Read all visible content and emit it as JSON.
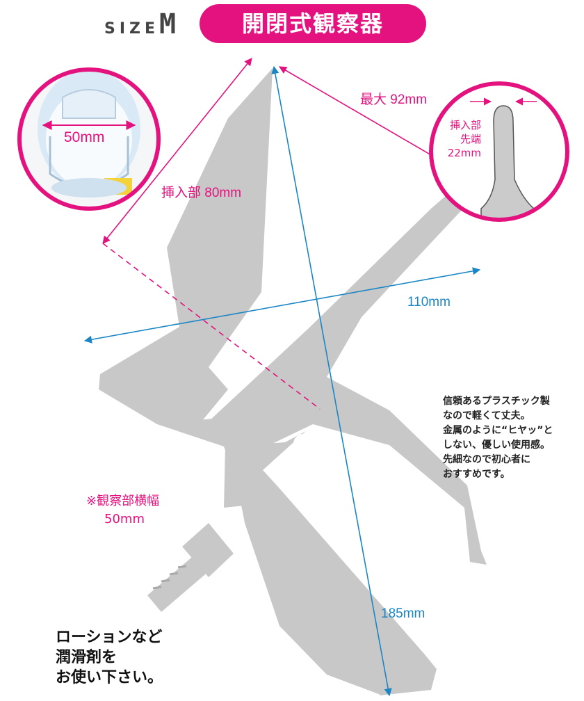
{
  "header": {
    "size_prefix": "SIZE",
    "size_letter": "M",
    "title": "開閉式観察器"
  },
  "dimensions": {
    "width_label": "50mm",
    "max_label": "最大 92mm",
    "insert_label": "挿入部 80mm",
    "span_110": "110mm",
    "span_185": "185mm"
  },
  "tip_callout": {
    "line1": "挿入部",
    "line2": "先端",
    "line3": "22mm"
  },
  "observation_note": {
    "line1": "※観察部横幅",
    "line2": "50mm"
  },
  "description": {
    "line1": "信頼あるプラスチック製",
    "line2": "なので軽くて丈夫。",
    "line3": "金属のように“ヒヤッ”と",
    "line4": "しない、優しい使用感。",
    "line5": "先細なので初心者に",
    "line6": "おすすめです。"
  },
  "lubricant_note": {
    "line1": "ローションなど",
    "line2": "潤滑剤を",
    "line3": "お使い下さい。"
  },
  "colors": {
    "accent": "#e3127e",
    "dimension_blue": "#1a86c4",
    "device_gray": "#c8c8c9"
  }
}
